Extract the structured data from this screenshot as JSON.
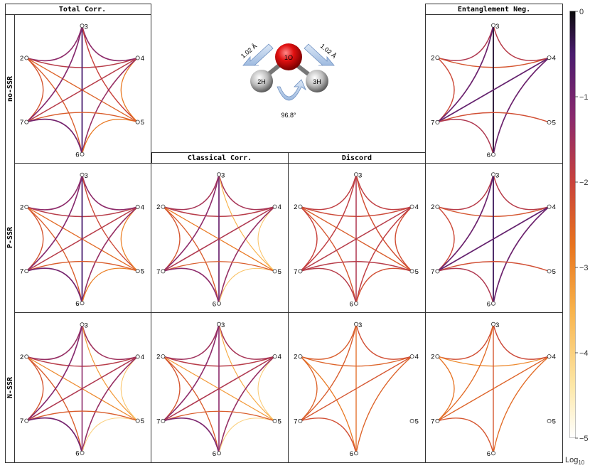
{
  "columns": [
    "Total Corr.",
    "Classical Corr.",
    "Discord",
    "Entanglement Neg."
  ],
  "rows": [
    "no-SSR",
    "P-SSR",
    "N-SSR"
  ],
  "nodes": [
    "3",
    "4",
    "5",
    "6",
    "7",
    "2"
  ],
  "molecule": {
    "atoms": [
      "1O",
      "2H",
      "3H"
    ],
    "bond_length_left": "1.02 Å",
    "bond_length_right": "1.02 Å",
    "angle": "96.8°"
  },
  "colorbar": {
    "ticks": [
      "0",
      "−1",
      "−2",
      "−3",
      "−4",
      "−5"
    ],
    "unit": "Log",
    "unit_sub": "10",
    "stops": [
      "#ffffff",
      "#fde8a8",
      "#f8b24a",
      "#e8741e",
      "#c8423c",
      "#8a2a6e",
      "#4a1c6e",
      "#0a0a0a"
    ]
  },
  "chart_data": {
    "type": "heatmap",
    "scale": "log10",
    "range": [
      -5,
      0
    ],
    "edges": [
      [
        "2",
        "3"
      ],
      [
        "2",
        "4"
      ],
      [
        "2",
        "5"
      ],
      [
        "2",
        "6"
      ],
      [
        "2",
        "7"
      ],
      [
        "3",
        "4"
      ],
      [
        "3",
        "5"
      ],
      [
        "3",
        "6"
      ],
      [
        "3",
        "7"
      ],
      [
        "4",
        "5"
      ],
      [
        "4",
        "6"
      ],
      [
        "4",
        "7"
      ],
      [
        "5",
        "6"
      ],
      [
        "5",
        "7"
      ],
      [
        "6",
        "7"
      ]
    ],
    "panels": [
      {
        "row": "no-SSR",
        "column": "Total Corr.",
        "values": [
          -1.3,
          -1.8,
          -2.5,
          -2.4,
          -2.3,
          -1.3,
          -2.0,
          -0.5,
          -1.2,
          -2.8,
          -1.4,
          -1.8,
          -2.8,
          -2.4,
          -1.0
        ]
      },
      {
        "row": "no-SSR",
        "column": "Entanglement Neg.",
        "values": [
          -1.7,
          -2.3,
          -5,
          -5,
          -2.1,
          -1.8,
          -5,
          -0.2,
          -0.9,
          -5,
          -0.9,
          -0.8,
          -5,
          -2.2,
          -1.7
        ]
      },
      {
        "row": "P-SSR",
        "column": "Total Corr.",
        "values": [
          -1.3,
          -1.8,
          -2.6,
          -2.4,
          -2.3,
          -1.3,
          -2.1,
          -0.5,
          -1.2,
          -2.9,
          -1.4,
          -1.8,
          -2.9,
          -2.4,
          -1.0
        ]
      },
      {
        "row": "P-SSR",
        "column": "Classical Corr.",
        "values": [
          -1.6,
          -1.8,
          -2.8,
          -2.4,
          -2.3,
          -1.6,
          -3.5,
          -0.9,
          -1.3,
          -3.8,
          -1.4,
          -1.7,
          -3.8,
          -2.4,
          -1.3
        ]
      },
      {
        "row": "P-SSR",
        "column": "Discord",
        "values": [
          -1.9,
          -2.1,
          -2.4,
          -2.3,
          -2.0,
          -1.9,
          -2.2,
          -1.7,
          -1.9,
          -2.2,
          -1.9,
          -1.8,
          -2.2,
          -1.8,
          -1.8
        ]
      },
      {
        "row": "P-SSR",
        "column": "Entanglement Neg.",
        "values": [
          -1.8,
          -2.3,
          -5,
          -5,
          -2.1,
          -1.8,
          -5,
          -0.4,
          -0.9,
          -5,
          -0.9,
          -0.8,
          -5,
          -2.2,
          -1.7
        ]
      },
      {
        "row": "N-SSR",
        "column": "Total Corr.",
        "values": [
          -1.4,
          -1.8,
          -3.0,
          -2.4,
          -2.3,
          -1.5,
          -3.2,
          -1.3,
          -1.2,
          -3.8,
          -1.4,
          -1.7,
          -4.0,
          -2.4,
          -1.0
        ]
      },
      {
        "row": "N-SSR",
        "column": "Classical Corr.",
        "values": [
          -1.5,
          -1.8,
          -3.2,
          -2.4,
          -2.3,
          -1.6,
          -3.4,
          -1.3,
          -1.3,
          -3.9,
          -1.4,
          -1.7,
          -4.0,
          -2.4,
          -1.1
        ]
      },
      {
        "row": "N-SSR",
        "column": "Discord",
        "values": [
          -2.4,
          -2.5,
          -5,
          -2.8,
          -2.5,
          -2.2,
          -5,
          -2.6,
          -2.4,
          -5,
          -2.5,
          -2.3,
          -5,
          -5,
          -2.2
        ]
      },
      {
        "row": "N-SSR",
        "column": "Entanglement Neg.",
        "values": [
          -2.2,
          -3.0,
          -5,
          -5,
          -2.7,
          -2.1,
          -5,
          -2.3,
          -2.6,
          -5,
          -2.6,
          -2.5,
          -5,
          -5,
          -2.3
        ]
      }
    ]
  }
}
